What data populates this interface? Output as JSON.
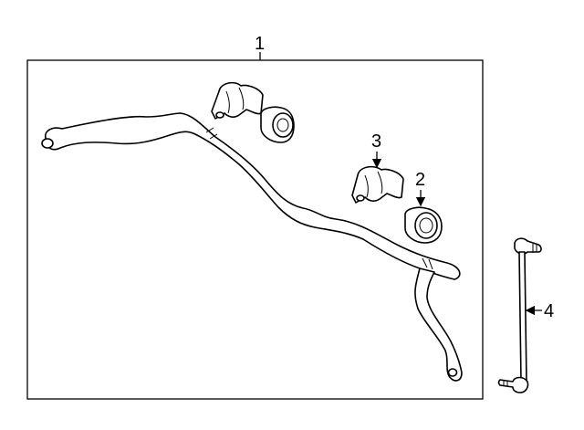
{
  "callouts": {
    "part1": "1",
    "part2": "2",
    "part3": "3",
    "part4": "4"
  }
}
